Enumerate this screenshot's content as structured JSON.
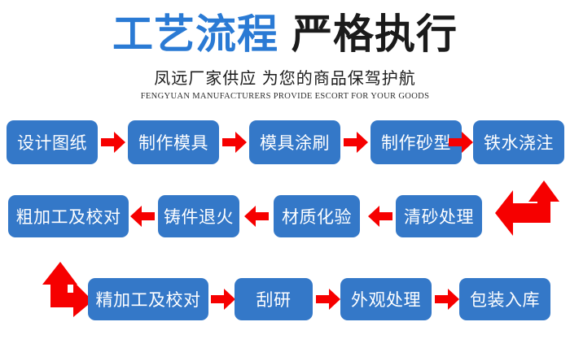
{
  "header": {
    "title_blue": "工艺流程",
    "title_black": "严格执行",
    "subtitle_cn": "凤远厂家供应 为您的商品保驾护航",
    "subtitle_en": "FENGYUAN MANUFACTURERS PROVIDE ESCORT FOR YOUR GOODS"
  },
  "colors": {
    "box_blue": "#3478c8",
    "arrow_red": "#f60000",
    "title_blue": "#2a7ad4",
    "title_black": "#1b1b1b",
    "background": "#ffffff"
  },
  "chart_data": {
    "type": "diagram",
    "title": "工艺流程 严格执行",
    "layout": "serpentine-flowchart",
    "rows": 3,
    "steps": [
      "设计图纸",
      "制作模具",
      "模具涂刷",
      "制作砂型",
      "铁水浇注",
      "清砂处理",
      "材质化验",
      "铸件退火",
      "粗加工及校对",
      "精加工及校对",
      "刮研",
      "外观处理",
      "包装入库"
    ]
  },
  "flow": {
    "rows": [
      {
        "direction": "left-to-right",
        "nodes": [
          {
            "label": "设计图纸"
          },
          {
            "label": "制作模具"
          },
          {
            "label": "模具涂刷"
          },
          {
            "label": "制作砂型"
          },
          {
            "label": "铁水浇注"
          }
        ]
      },
      {
        "direction": "right-to-left",
        "nodes": [
          {
            "label": "粗加工及校对"
          },
          {
            "label": "铸件退火"
          },
          {
            "label": "材质化验"
          },
          {
            "label": "清砂处理"
          }
        ]
      },
      {
        "direction": "left-to-right",
        "nodes": [
          {
            "label": "精加工及校对"
          },
          {
            "label": "刮研"
          },
          {
            "label": "外观处理"
          },
          {
            "label": "包装入库"
          }
        ]
      }
    ],
    "connectors": {
      "right_elbow": "arrow-up-left-elbow",
      "left_elbow": "arrow-up-right-elbow"
    }
  }
}
